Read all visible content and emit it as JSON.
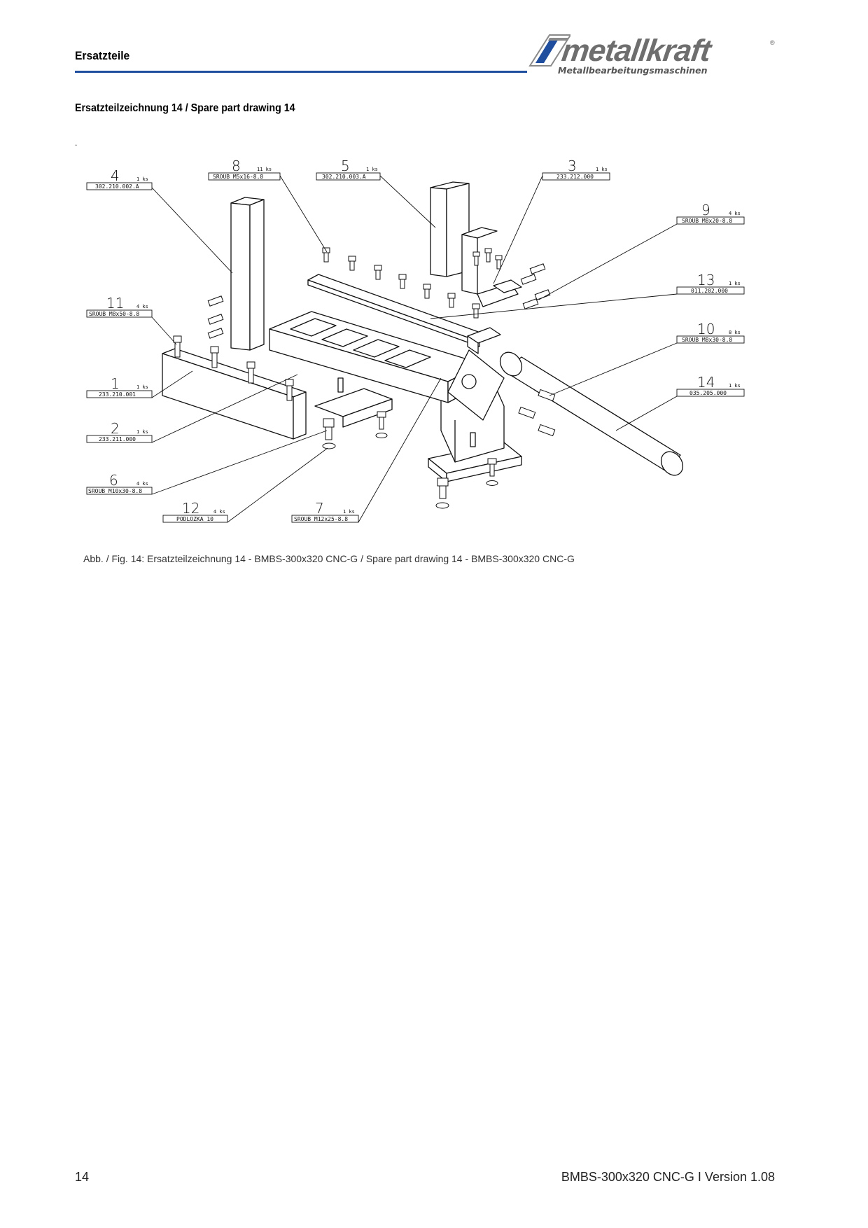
{
  "header": {
    "title": "Ersatzteile",
    "logo_text": "metallkraft",
    "logo_registered": "®",
    "logo_subtitle": "Metallbearbeitungsmaschinen",
    "rule_color": "#1f4e9e"
  },
  "section_title": "Ersatzteilzeichnung 14 / Spare part drawing 14",
  "stray_mark": ".",
  "drawing": {
    "labels": [
      {
        "num": "4",
        "qty": "1 ks",
        "code": "302.210.002.A"
      },
      {
        "num": "8",
        "qty": "11 ks",
        "code": "SROUB M5x16-8.8"
      },
      {
        "num": "5",
        "qty": "1 ks",
        "code": "302.210.003.A"
      },
      {
        "num": "3",
        "qty": "1 ks",
        "code": "233.212.000"
      },
      {
        "num": "9",
        "qty": "4 ks",
        "code": "SROUB M8x20-8.8"
      },
      {
        "num": "13",
        "qty": "1 ks",
        "code": "011.202.000"
      },
      {
        "num": "11",
        "qty": "4 ks",
        "code": "SROUB M8x50-8.8"
      },
      {
        "num": "10",
        "qty": "8 ks",
        "code": "SROUB M8x30-8.8"
      },
      {
        "num": "1",
        "qty": "1 ks",
        "code": "233.210.001"
      },
      {
        "num": "14",
        "qty": "1 ks",
        "code": "035.205.000"
      },
      {
        "num": "2",
        "qty": "1 ks",
        "code": "233.211.000"
      },
      {
        "num": "6",
        "qty": "4 ks",
        "code": "SROUB M10x30-8.8"
      },
      {
        "num": "12",
        "qty": "4 ks",
        "code": "PODLOZKA 10"
      },
      {
        "num": "7",
        "qty": "1 ks",
        "code": "SROUB M12x25-8.8"
      }
    ]
  },
  "caption": "Abb. / Fig. 14: Ersatzteilzeichnung 14 - BMBS-300x320 CNC-G / Spare part drawing  14 - BMBS-300x320 CNC-G",
  "footer": {
    "page_number": "14",
    "document": "BMBS-300x320 CNC-G I Version 1.08"
  }
}
